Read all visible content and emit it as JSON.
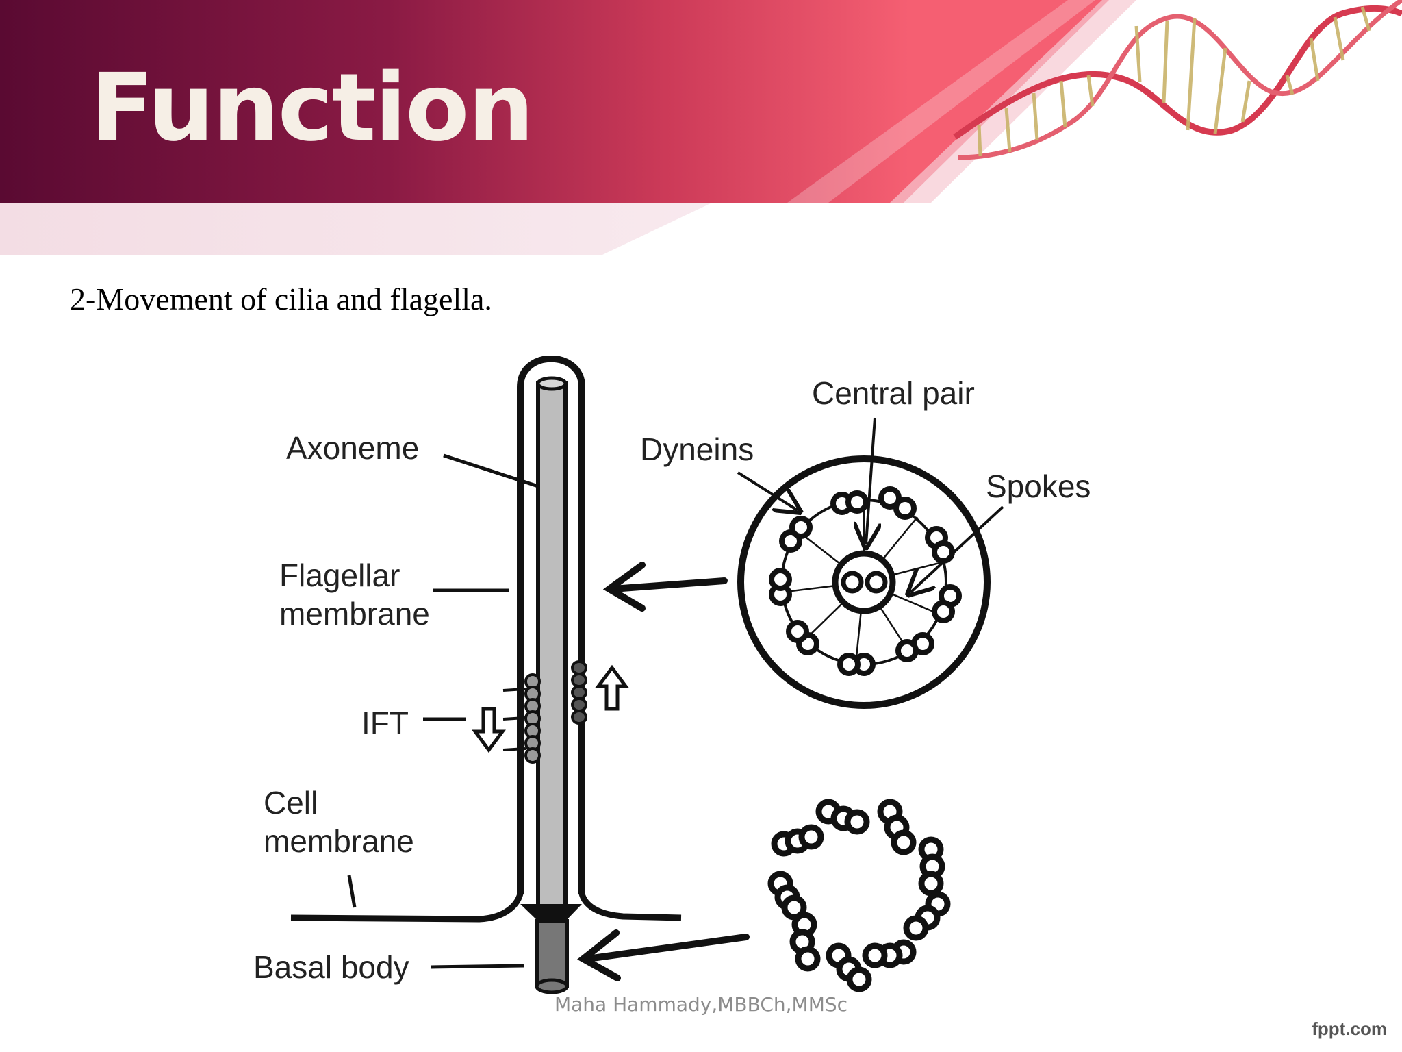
{
  "slide": {
    "title": "Function",
    "subtitle": "2-Movement of cilia and flagella.",
    "footer": "Maha Hammady,MBBCh,MMSc",
    "brand": "fppt.com"
  },
  "diagram": {
    "labels": {
      "axoneme": "Axoneme",
      "flagellar_membrane_1": "Flagellar",
      "flagellar_membrane_2": "membrane",
      "ift": "IFT",
      "cell_membrane_1": "Cell",
      "cell_membrane_2": "membrane",
      "basal_body": "Basal body",
      "central_pair": "Central pair",
      "dyneins": "Dyneins",
      "spokes": "Spokes"
    }
  },
  "colors": {
    "banner_dark": "#5a0a32",
    "banner_light": "#f15a6e",
    "title_text": "#f6efe6"
  }
}
